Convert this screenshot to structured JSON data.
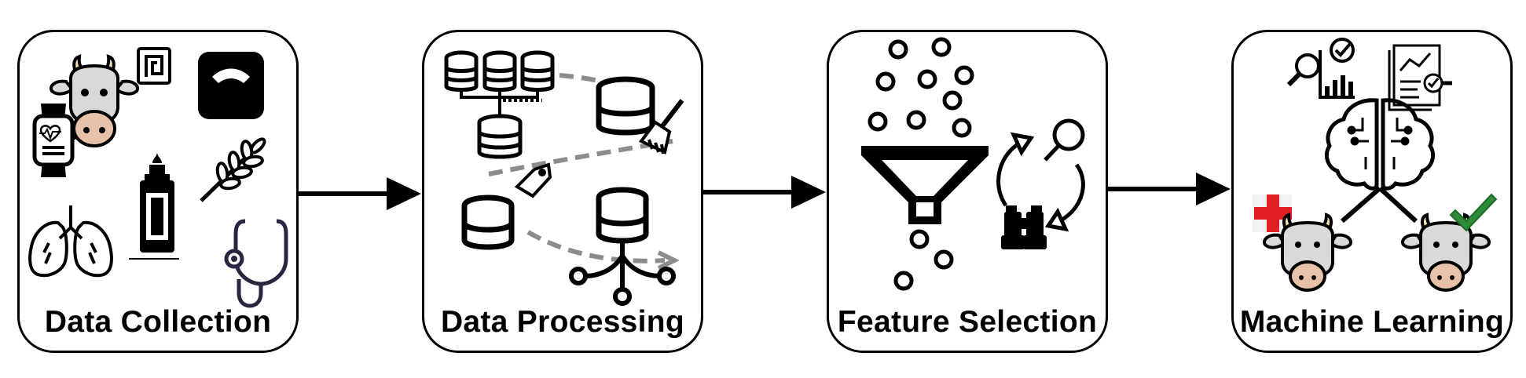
{
  "stages": [
    {
      "label": "Data Collection"
    },
    {
      "label": "Data Processing"
    },
    {
      "label": "Feature Selection"
    },
    {
      "label": "Machine Learning"
    }
  ],
  "colors": {
    "stroke": "#000000",
    "cow_face": "#d9d9d9",
    "cow_muzzle": "#e8c2a8",
    "cow_horn": "#f2e2b3",
    "dashed_path": "#8c8c8c",
    "stethoscope": "#2a2540",
    "medical_cross": "#e02020",
    "check": "#2e8b3a"
  }
}
